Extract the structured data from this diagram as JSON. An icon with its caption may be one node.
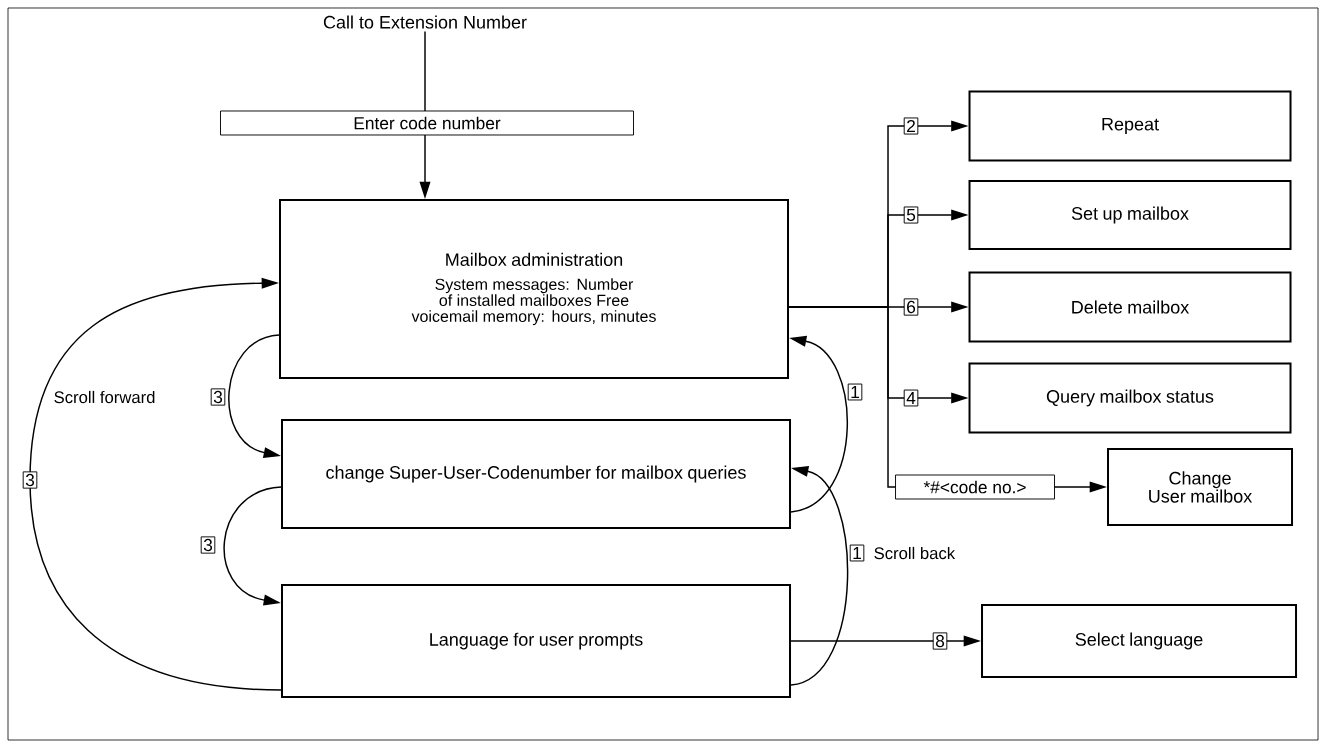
{
  "diagram": {
    "nodes": [
      {
        "text": [
          "Call to Extension Number"
        ]
      },
      {
        "text": [
          "Mailbox administration",
          "System messages: Number of installed mailboxes Free voicemail memory: hours, minutes"
        ]
      },
      {
        "text": [
          "change Super-User-Codenumber for mailbox queries"
        ]
      },
      {
        "text": [
          "Language for user prompts"
        ]
      },
      {
        "text": [
          "Repeat"
        ]
      },
      {
        "text": [
          "Set up mailbox"
        ]
      },
      {
        "text": [
          "Delete mailbox"
        ]
      },
      {
        "text": [
          "Query mailbox status"
        ]
      },
      {
        "text": [
          "Change User mailbox"
        ]
      },
      {
        "text": [
          "Select language"
        ]
      }
    ],
    "edges": [
      {
        "from": 0,
        "to": 1,
        "arrow": "to",
        "label": "Enter code number"
      },
      {
        "from": 1,
        "to": 2,
        "arrow": "to",
        "label": "3"
      },
      {
        "from": 2,
        "to": 3,
        "arrow": "to",
        "label": "3"
      },
      {
        "from": 3,
        "to": 1,
        "arrow": "to",
        "label": "3"
      },
      {
        "from": 2,
        "to": 1,
        "arrow": "to",
        "label": "1"
      },
      {
        "from": 3,
        "to": 2,
        "arrow": "to",
        "label": "1"
      },
      {
        "from": 1,
        "to": 4,
        "arrow": "to",
        "label": "2"
      },
      {
        "from": 1,
        "to": 5,
        "arrow": "to",
        "label": "5"
      },
      {
        "from": 1,
        "to": 6,
        "arrow": "to",
        "label": "6"
      },
      {
        "from": 1,
        "to": 7,
        "arrow": "to",
        "label": "4"
      },
      {
        "from": 1,
        "to": 8,
        "arrow": "to",
        "label": "*#<code no.>"
      },
      {
        "from": 3,
        "to": 9,
        "arrow": "to",
        "label": "8"
      }
    ],
    "labels": [
      "Scroll forward",
      "Scroll back"
    ]
  }
}
